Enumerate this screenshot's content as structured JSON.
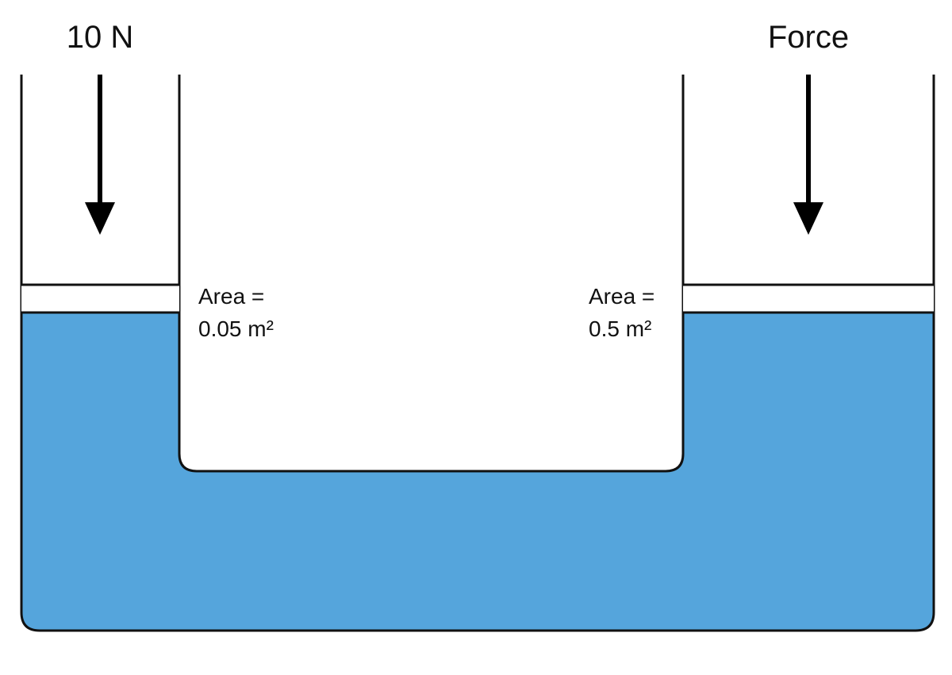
{
  "left_piston": {
    "force_label": "10 N",
    "area_line1": "Area =",
    "area_line2": "0.05 m²"
  },
  "right_piston": {
    "force_label": "Force",
    "area_line1": "Area =",
    "area_line2": "0.5 m²"
  },
  "colors": {
    "fluid": "#55a5dc",
    "outline": "#111111",
    "arrow": "#000000",
    "background": "#ffffff"
  }
}
